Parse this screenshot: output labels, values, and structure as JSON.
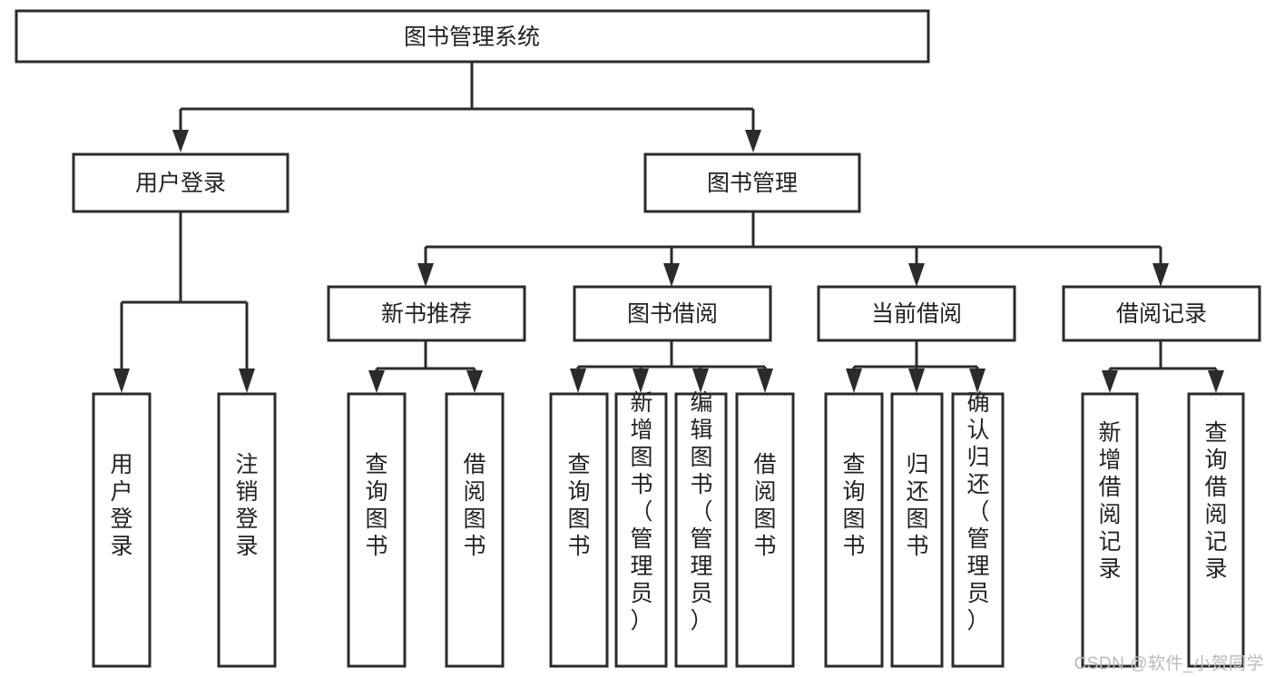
{
  "diagram": {
    "type": "tree",
    "title": "图书管理系统",
    "root": {
      "id": "root",
      "label": "图书管理系统",
      "orientation": "horizontal"
    },
    "level2": [
      {
        "id": "user-login",
        "label": "用户登录",
        "orientation": "horizontal"
      },
      {
        "id": "book-management",
        "label": "图书管理",
        "orientation": "horizontal"
      }
    ],
    "level3": [
      {
        "id": "new-book-recommend",
        "label": "新书推荐",
        "orientation": "horizontal",
        "parent": "book-management"
      },
      {
        "id": "book-borrow",
        "label": "图书借阅",
        "orientation": "horizontal",
        "parent": "book-management"
      },
      {
        "id": "current-borrow",
        "label": "当前借阅",
        "orientation": "horizontal",
        "parent": "book-management"
      },
      {
        "id": "borrow-record",
        "label": "借阅记录",
        "orientation": "horizontal",
        "parent": "book-management"
      }
    ],
    "leaves": [
      {
        "id": "leaf-user-login",
        "label": "用户登录",
        "orientation": "vertical",
        "parent": "user-login"
      },
      {
        "id": "leaf-user-logout",
        "label": "注销登录",
        "orientation": "vertical",
        "parent": "user-login"
      },
      {
        "id": "leaf-query-book-1",
        "label": "查询图书",
        "orientation": "vertical",
        "parent": "new-book-recommend"
      },
      {
        "id": "leaf-borrow-book-1",
        "label": "借阅图书",
        "orientation": "vertical",
        "parent": "new-book-recommend"
      },
      {
        "id": "leaf-query-book-2",
        "label": "查询图书",
        "orientation": "vertical",
        "parent": "book-borrow"
      },
      {
        "id": "leaf-add-book",
        "label": "新增图书（管理员）",
        "orientation": "vertical",
        "parent": "book-borrow"
      },
      {
        "id": "leaf-edit-book",
        "label": "编辑图书（管理员）",
        "orientation": "vertical",
        "parent": "book-borrow"
      },
      {
        "id": "leaf-borrow-book-2",
        "label": "借阅图书",
        "orientation": "vertical",
        "parent": "book-borrow"
      },
      {
        "id": "leaf-query-book-3",
        "label": "查询图书",
        "orientation": "vertical",
        "parent": "current-borrow"
      },
      {
        "id": "leaf-return-book",
        "label": "归还图书",
        "orientation": "vertical",
        "parent": "current-borrow"
      },
      {
        "id": "leaf-confirm-return",
        "label": "确认归还（管理员）",
        "orientation": "vertical",
        "parent": "current-borrow"
      },
      {
        "id": "leaf-add-record",
        "label": "新增借阅记录",
        "orientation": "vertical",
        "parent": "borrow-record"
      },
      {
        "id": "leaf-query-record",
        "label": "查询借阅记录",
        "orientation": "vertical",
        "parent": "borrow-record"
      }
    ],
    "colors": {
      "box_stroke": "#2b2b2b",
      "box_fill": "#ffffff",
      "text": "#222222",
      "background": "#ffffff",
      "watermark": "#b9b9b9"
    }
  },
  "watermark": {
    "text": "CSDN @软件_小贺同学"
  }
}
